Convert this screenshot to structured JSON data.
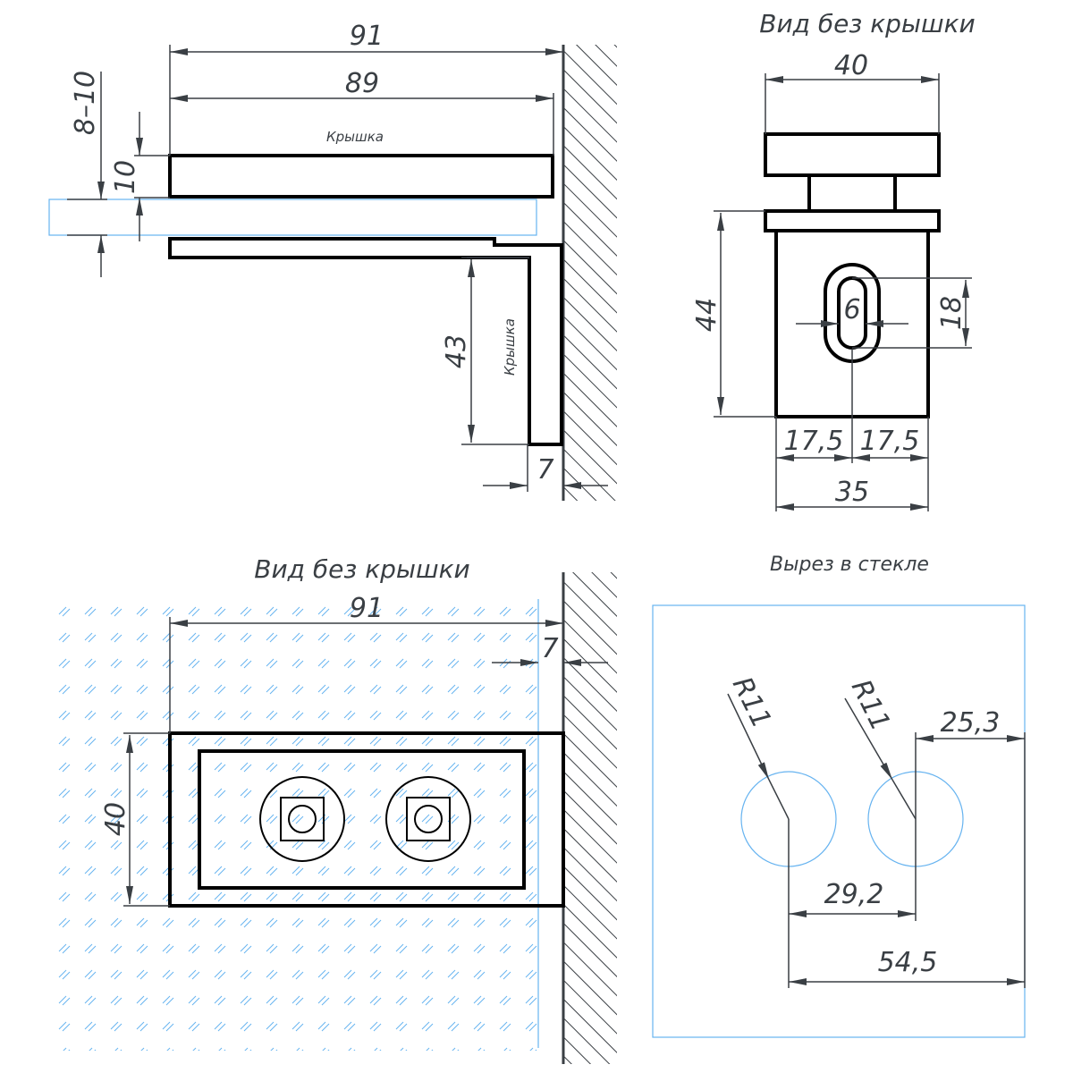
{
  "drawing": {
    "views": {
      "side_view": {
        "label_lid_top": "Крышка",
        "label_lid_vertical": "Крышка",
        "dims": {
          "total_length": "91",
          "lid_length": "89",
          "glass_thickness": "8–10",
          "lid_thickness": "10",
          "vertical_height": "43",
          "wall_plate_thickness": "7"
        }
      },
      "front_view": {
        "title": "Вид без крышки",
        "dims": {
          "top_width": "40",
          "body_height": "44",
          "slot_width": "6",
          "slot_height": "18",
          "half_left": "17,5",
          "half_right": "17,5",
          "body_width": "35"
        }
      },
      "top_view": {
        "title": "Вид без крышки",
        "dims": {
          "total_length": "91",
          "wall_plate_thickness": "7",
          "width": "40"
        }
      },
      "glass_cutout": {
        "title": "Вырез в стекле",
        "dims": {
          "radius_left": "R11",
          "radius_right": "R11",
          "edge_offset": "25,3",
          "center_spacing": "29,2",
          "total_from_edge": "54,5"
        }
      }
    },
    "colors": {
      "outline": "#000000",
      "dimension": "#3a3f44",
      "glass": "#66b3f0"
    }
  }
}
